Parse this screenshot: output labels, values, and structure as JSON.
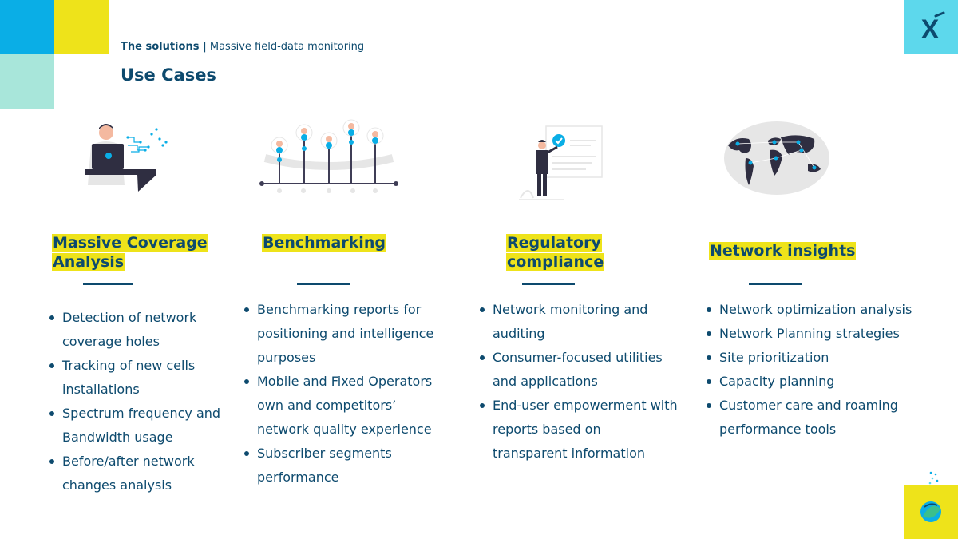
{
  "header": {
    "section_label": "The solutions |",
    "section_value": "Massive field-data monitoring",
    "title": "Use Cases"
  },
  "logo": {
    "icon": "x-logo-icon",
    "text": "X"
  },
  "colors": {
    "navy": "#0d4a6e",
    "yellow": "#eee31a",
    "blue": "#0aaee6",
    "mint": "#a8e6da",
    "cyan": "#5dd8ec"
  },
  "columns": [
    {
      "icon": "person-laptop-icon",
      "title": "Massive Coverage Analysis",
      "bullets": [
        "Detection of network coverage holes",
        "Tracking of new cells installations",
        "Spectrum frequency and Bandwidth usage",
        "Before/after network changes analysis"
      ]
    },
    {
      "icon": "people-timeline-icon",
      "title": "Benchmarking",
      "bullets": [
        "Benchmarking reports for positioning and intelligence purposes",
        "Mobile and Fixed Operators own and competitors’ network quality experience",
        "Subscriber segments performance"
      ]
    },
    {
      "icon": "person-checklist-icon",
      "title": "Regulatory compliance",
      "bullets": [
        "Network monitoring and auditing",
        "Consumer-focused utilities and applications",
        "End-user empowerment with reports based on transparent information"
      ]
    },
    {
      "icon": "world-map-icon",
      "title": "Network insights",
      "bullets": [
        "Network optimization analysis",
        "Network Planning strategies",
        "Site prioritization",
        "Capacity planning",
        "Customer care and roaming performance tools"
      ]
    }
  ]
}
